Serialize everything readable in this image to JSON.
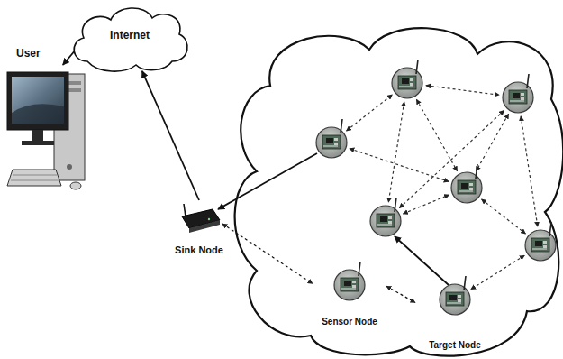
{
  "diagram": {
    "nodes": [
      {
        "text": [
          "Internet"
        ]
      },
      {
        "text": [
          "User"
        ]
      },
      {
        "text": [
          "Sink Node"
        ]
      },
      {
        "text": [
          "Sensor Node"
        ]
      },
      {
        "text": [
          "Target Node"
        ]
      }
    ],
    "edges": [
      {
        "from": 2,
        "to": 0,
        "arrow": "to"
      },
      {
        "from": 0,
        "to": 1,
        "arrow": "to"
      },
      {
        "from": 2,
        "to": 3,
        "arrow": "both"
      },
      {
        "from": 3,
        "to": 4,
        "arrow": "both"
      }
    ]
  }
}
